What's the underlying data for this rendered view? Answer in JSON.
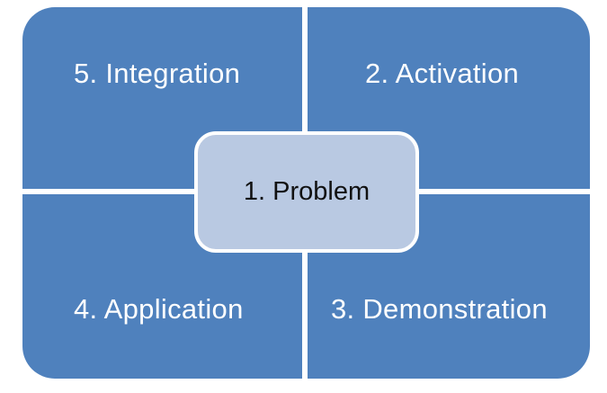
{
  "diagram": {
    "center": {
      "label": "1. Problem"
    },
    "quadrants": {
      "top_left": {
        "label": "5. Integration"
      },
      "top_right": {
        "label": "2. Activation"
      },
      "bottom_right": {
        "label": "3. Demonstration"
      },
      "bottom_left": {
        "label": "4. Application"
      }
    },
    "colors": {
      "quadrant_fill": "#4f81bd",
      "center_fill": "#b9c9e2",
      "separator": "#ffffff"
    }
  }
}
